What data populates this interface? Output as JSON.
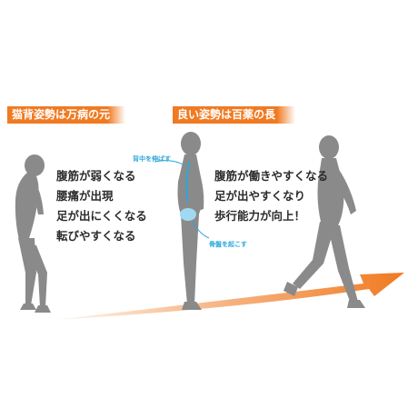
{
  "colors": {
    "accent": "#f07a22",
    "figure": "#8a8a8a",
    "highlight": "#2aa7dd"
  },
  "banners": {
    "left": "猫背姿勢は万病の元",
    "right": "良い姿勢は百薬の長"
  },
  "bad_posture_effects": [
    "腹筋が弱くなる",
    "腰痛が出現",
    "足が出にくくなる",
    "転びやすくなる"
  ],
  "good_posture_effects": [
    "腹筋が働きやすくなる",
    "足が出やすくなり",
    "歩行能力が向上！"
  ],
  "annotations": {
    "spine": "背中を伸ばす",
    "pelvis": "骨盤を起こす"
  }
}
